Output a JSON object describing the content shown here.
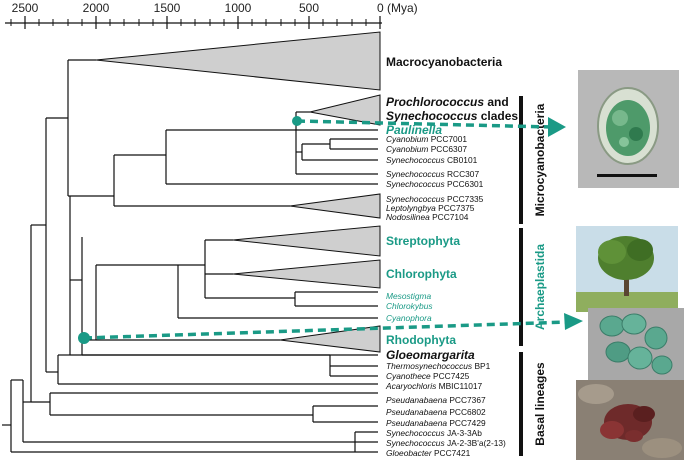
{
  "axis": {
    "ticks": [
      "2500",
      "2000",
      "1500",
      "1000",
      "500",
      "0 (Mya)"
    ]
  },
  "clades": {
    "macrocyanobacteria": "Macrocyanobacteria",
    "prochlorococcus_italic": "Prochlorococcus",
    "prochlorococcus_and": " and",
    "synechococcus_italic": "Synechococcus",
    "synechococcus_clades": " clades",
    "paulinella": "Paulinella",
    "streptophyta": "Streptophyta",
    "chlorophyta": "Chlorophyta",
    "rhodophyta": "Rhodophyta",
    "gloeomargarita": "Gloeomargarita"
  },
  "leaves": {
    "cyanobium7001": [
      "Cyanobium",
      " PCC7001"
    ],
    "cyanobium6307": [
      "Cyanobium",
      " PCC6307"
    ],
    "syn0101": [
      "Synechococcus",
      " CB0101"
    ],
    "syn307": [
      "Synechococcus",
      " RCC307"
    ],
    "syn6301": [
      "Synechococcus",
      " PCC6301"
    ],
    "syn7335": [
      "Synechococcus",
      " PCC7335"
    ],
    "lepto": [
      "Leptolyngbya",
      " PCC7375"
    ],
    "nodo": [
      "Nodosilinea",
      " PCC7104"
    ],
    "mesostigma": "Mesostigma",
    "chlorokybus": "Chlorokybus",
    "cyanophora": "Cyanophora",
    "thermo": [
      "Thermosynechococcus",
      " BP1"
    ],
    "cyanothece": [
      "Cyanothece",
      " PCC7425"
    ],
    "acaryo": [
      "Acaryochloris",
      " MBIC11017"
    ],
    "pseudo7367": [
      "Pseudanabaena",
      " PCC7367"
    ],
    "pseudo6802": [
      "Pseudanabaena",
      " PCC6802"
    ],
    "pseudo7429": [
      "Pseudanabaena",
      " PCC7429"
    ],
    "synJA3": [
      "Synechococcus",
      " JA-3-3Ab"
    ],
    "synJA2": [
      "Synechococcus",
      " JA-2-3B'a(2-13)"
    ],
    "gloeobacter": [
      "Gloeobacter",
      " PCC7421"
    ]
  },
  "groups": {
    "microcyanobacteria": "Microcyanobacteria",
    "archaeplastida": "Archaeplastida",
    "basal": "Basal lineages"
  },
  "colors": {
    "accent": "#1a9a86",
    "triangle": "#cfcfcf"
  }
}
